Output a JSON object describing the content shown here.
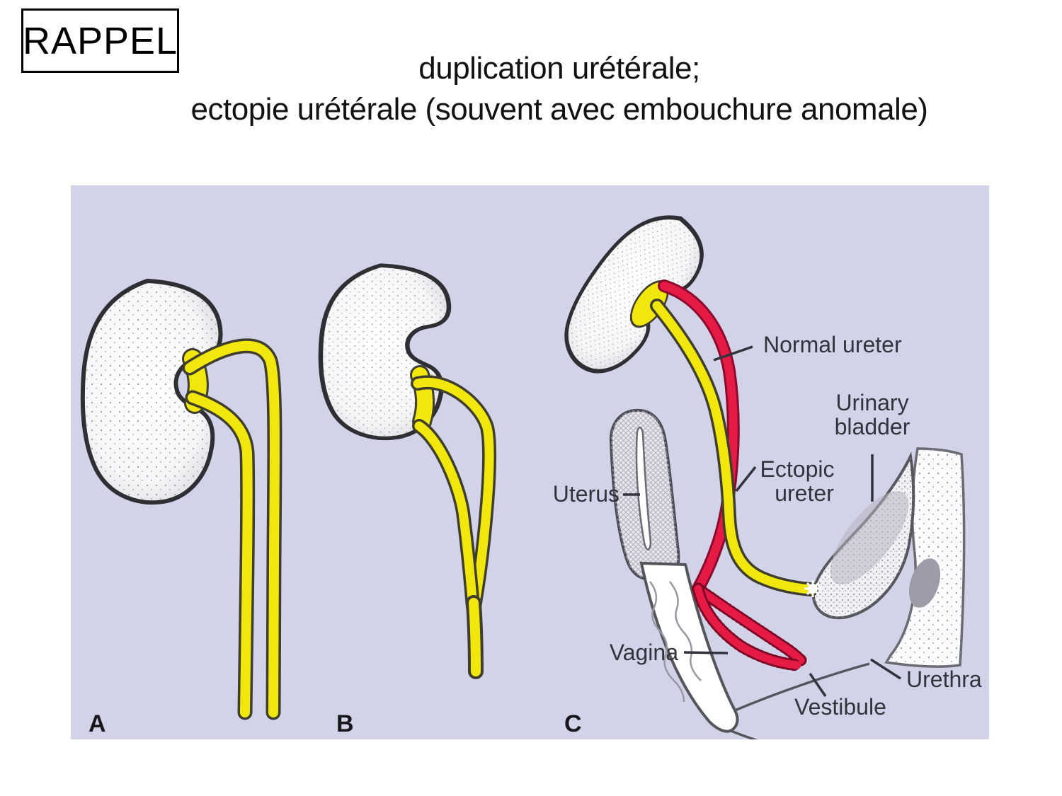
{
  "header": {
    "badge": "RAPPEL",
    "title_line1": "duplication urétérale;",
    "title_line2": "ectopie urétérale (souvent avec embouchure anomale)"
  },
  "figure": {
    "panel_letters": {
      "a": "A",
      "b": "B",
      "c": "C"
    },
    "labels": {
      "normal_ureter": "Normal ureter",
      "urinary_bladder_line1": "Urinary",
      "urinary_bladder_line2": "bladder",
      "ectopic_ureter_line1": "Ectopic",
      "ectopic_ureter_line2": "ureter",
      "uterus": "Uterus",
      "vagina": "Vagina",
      "urethra": "Urethra",
      "vestibule": "Vestibule"
    },
    "colors": {
      "background": "#d2d3e8",
      "normal_ureter_yellow": "#f2e70c",
      "ectopic_ureter_red": "#e51a45"
    }
  }
}
